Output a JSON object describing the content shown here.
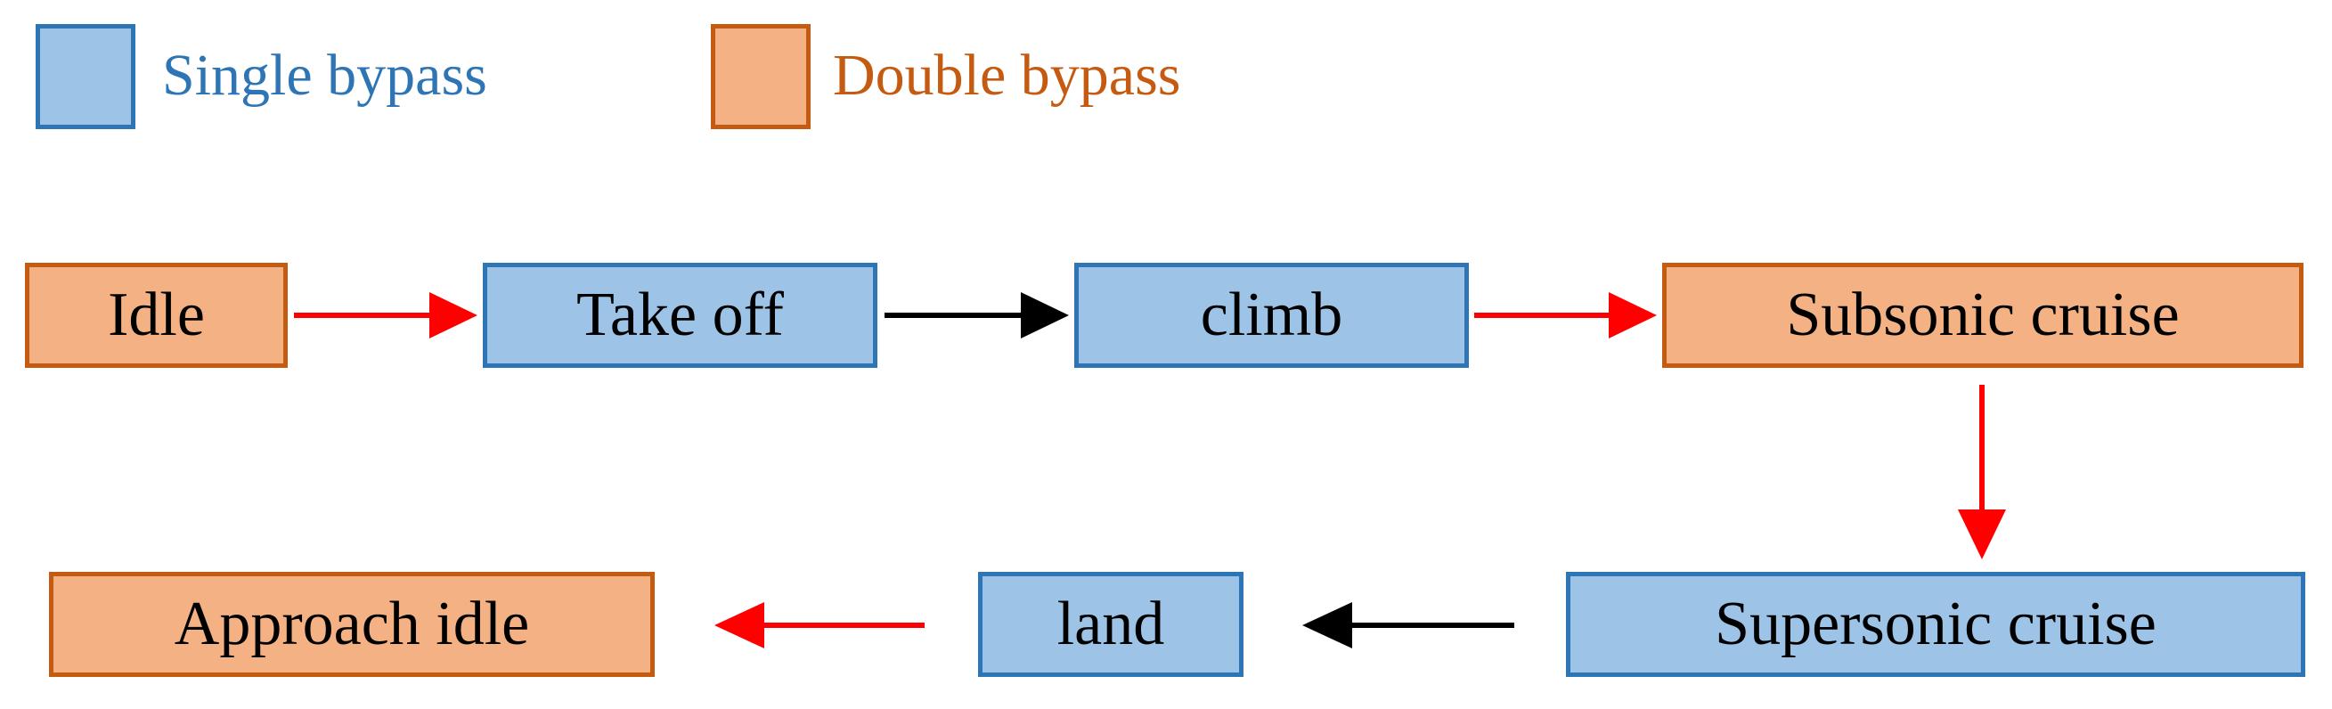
{
  "colors": {
    "single_fill": "#9dc3e6",
    "single_border": "#2e75b6",
    "single_text": "#2e75b6",
    "double_fill": "#f4b183",
    "double_border": "#c55a11",
    "double_text": "#c55a11",
    "arrow_red": "#ff0000",
    "arrow_black": "#000000"
  },
  "legend": {
    "single_label": "Single bypass",
    "double_label": "Double bypass"
  },
  "flow": {
    "nodes": [
      {
        "id": "idle",
        "label": "Idle",
        "type": "double"
      },
      {
        "id": "take-off",
        "label": "Take off",
        "type": "single"
      },
      {
        "id": "climb",
        "label": "climb",
        "type": "single"
      },
      {
        "id": "subsonic-cruise",
        "label": "Subsonic cruise",
        "type": "double"
      },
      {
        "id": "supersonic-cruise",
        "label": "Supersonic cruise",
        "type": "single"
      },
      {
        "id": "land",
        "label": "land",
        "type": "single"
      },
      {
        "id": "approach-idle",
        "label": "Approach idle",
        "type": "double"
      }
    ],
    "transitions": [
      {
        "from": "idle",
        "to": "take-off",
        "color": "red"
      },
      {
        "from": "take-off",
        "to": "climb",
        "color": "black"
      },
      {
        "from": "climb",
        "to": "subsonic-cruise",
        "color": "red"
      },
      {
        "from": "subsonic-cruise",
        "to": "supersonic-cruise",
        "color": "red"
      },
      {
        "from": "supersonic-cruise",
        "to": "land",
        "color": "black"
      },
      {
        "from": "land",
        "to": "approach-idle",
        "color": "red"
      }
    ]
  }
}
